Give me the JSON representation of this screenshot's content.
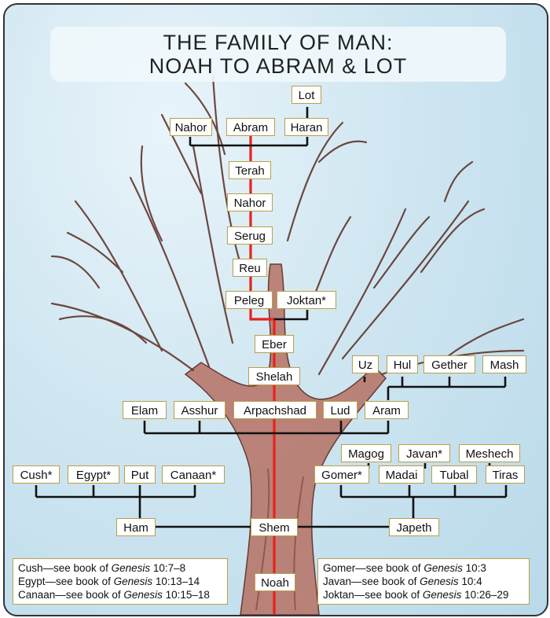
{
  "title": {
    "line1": "THE FAMILY OF MAN:",
    "line2": "NOAH TO ABRAM & LOT"
  },
  "nodes": {
    "lot": "Lot",
    "nahor_top": "Nahor",
    "abram": "Abram",
    "haran": "Haran",
    "terah": "Terah",
    "nahor_mid": "Nahor",
    "serug": "Serug",
    "reu": "Reu",
    "peleg": "Peleg",
    "joktan": "Joktan*",
    "eber": "Eber",
    "shelah": "Shelah",
    "uz": "Uz",
    "hul": "Hul",
    "gether": "Gether",
    "mash": "Mash",
    "elam": "Elam",
    "asshur": "Asshur",
    "arpachshad": "Arpachshad",
    "lud": "Lud",
    "aram": "Aram",
    "magog": "Magog",
    "javan": "Javan*",
    "meshech": "Meshech",
    "cush": "Cush*",
    "egypt": "Egypt*",
    "put": "Put",
    "canaan": "Canaan*",
    "gomer": "Gomer*",
    "madai": "Madai",
    "tubal": "Tubal",
    "tiras": "Tiras",
    "ham": "Ham",
    "shem": "Shem",
    "japeth": "Japeth",
    "noah": "Noah"
  },
  "notes_left": [
    {
      "prefix": "Cush—see book of ",
      "book": "Genesis",
      "ref": " 10:7–8"
    },
    {
      "prefix": "Egypt—see book of ",
      "book": "Genesis",
      "ref": " 10:13–14"
    },
    {
      "prefix": "Canaan—see book of ",
      "book": "Genesis",
      "ref": " 10:15–18"
    }
  ],
  "notes_right": [
    {
      "prefix": "Gomer—see book of ",
      "book": "Genesis",
      "ref": " 10:3"
    },
    {
      "prefix": "Javan—see book of ",
      "book": "Genesis",
      "ref": " 10:4"
    },
    {
      "prefix": "Joktan—see book of ",
      "book": "Genesis",
      "ref": " 10:26–29"
    }
  ],
  "colors": {
    "lineage_line": "#e8221b",
    "connector_line": "#111111",
    "box_border": "#b9a04a",
    "sky": "#cfe6f1",
    "trunk": "#a9564b"
  }
}
